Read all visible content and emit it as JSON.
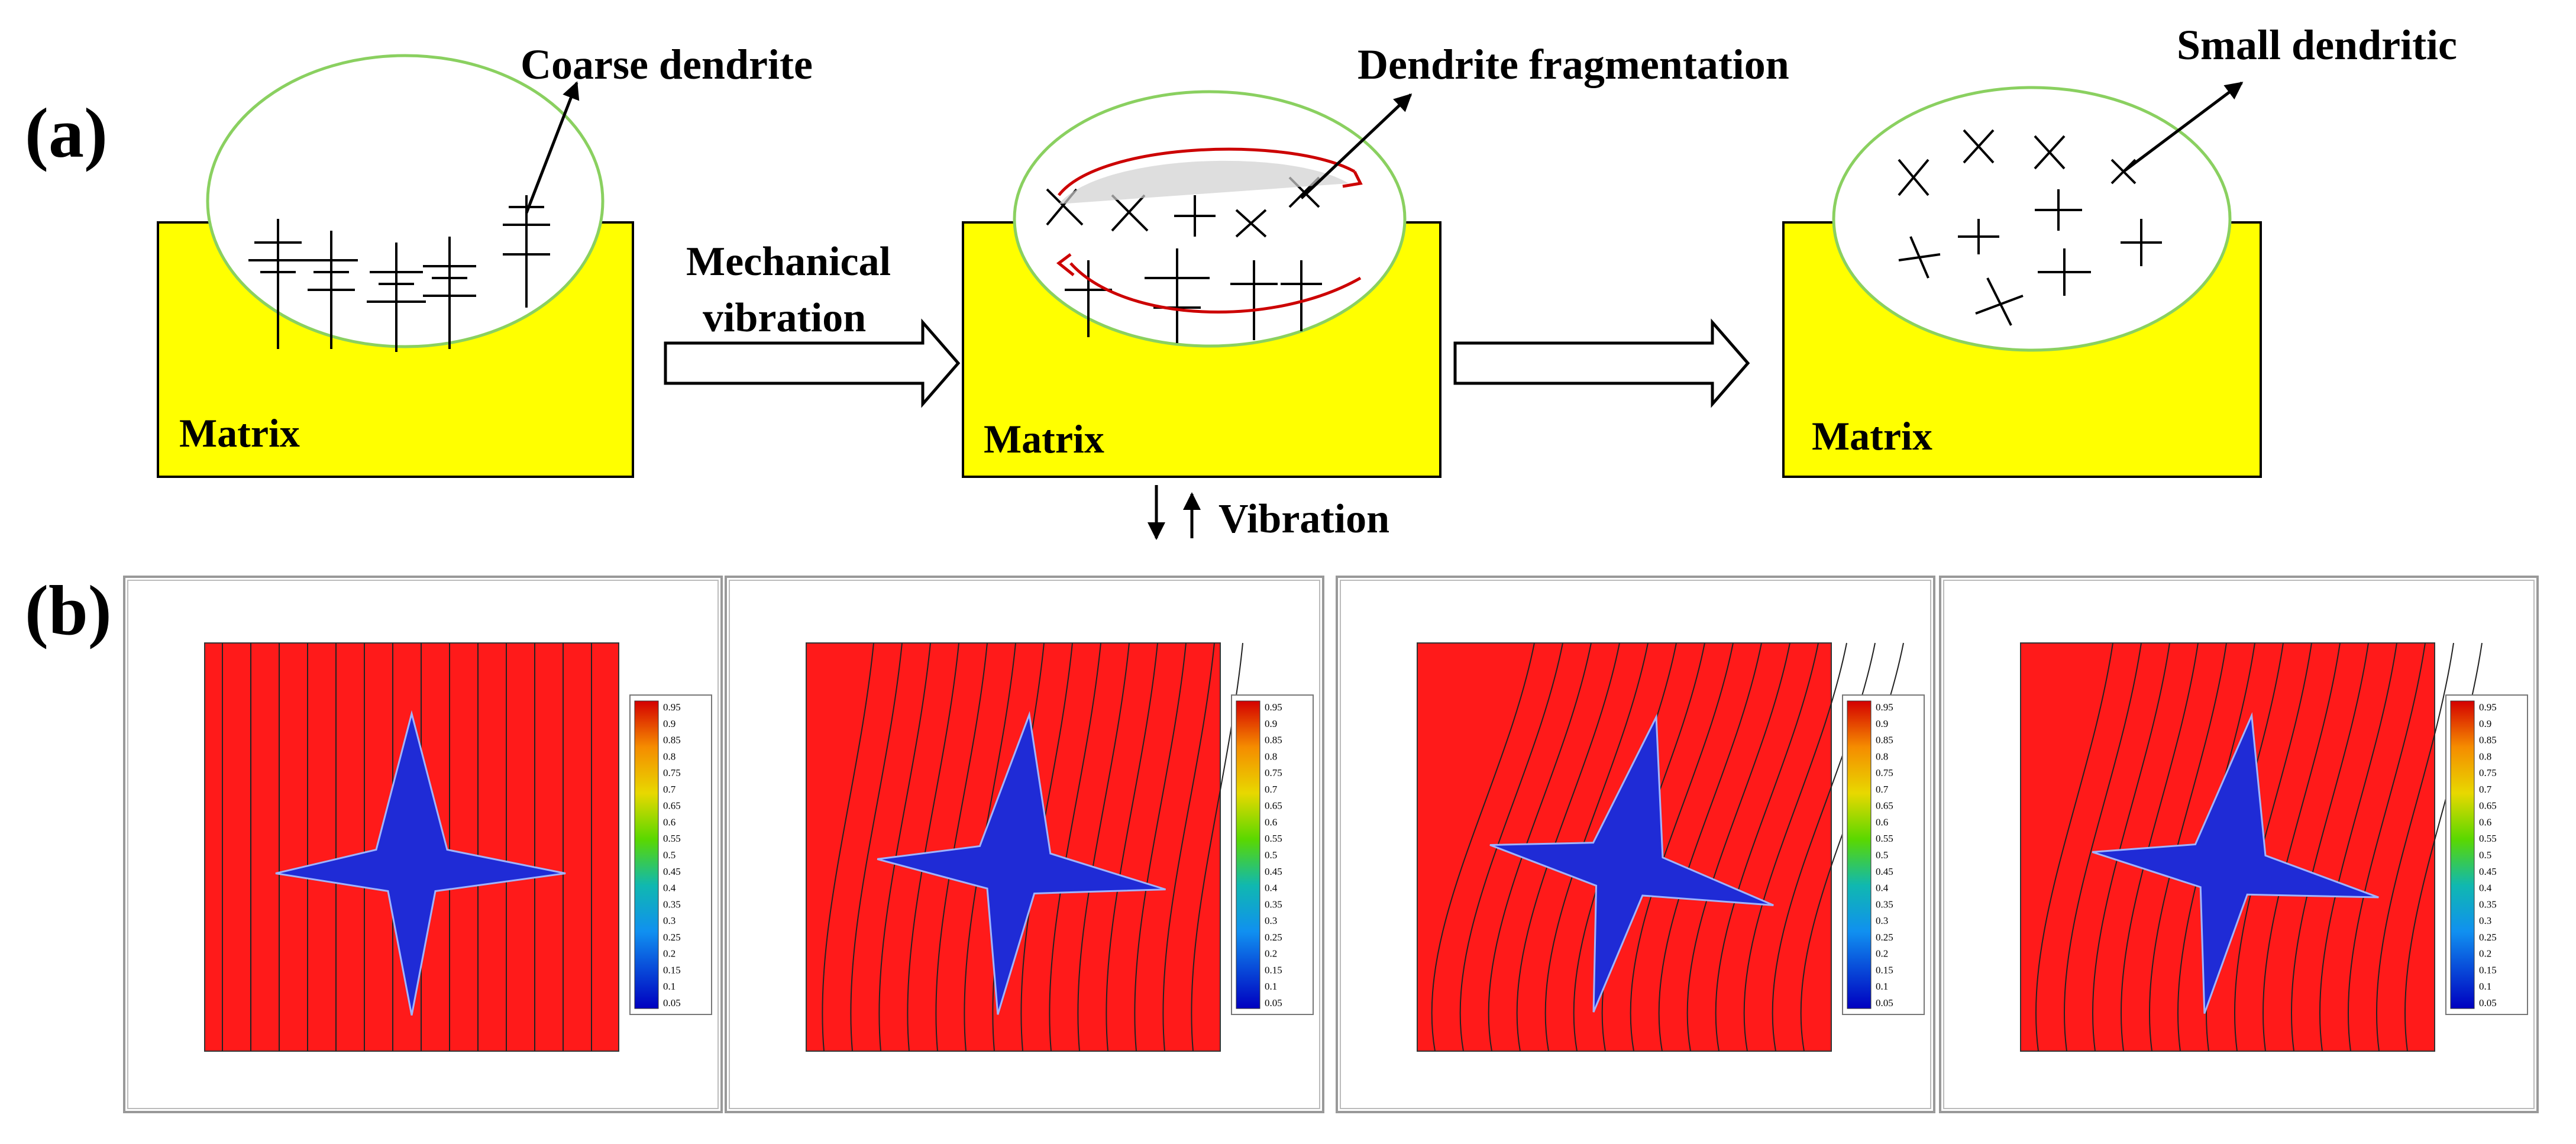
{
  "panel_a": {
    "label": "(a)",
    "stage1": {
      "matrix_label": "Matrix",
      "callout": "Coarse dendrite"
    },
    "arrow1_text": [
      "Mechanical",
      "vibration"
    ],
    "stage2": {
      "matrix_label": "Matrix",
      "callout": "Dendrite fragmentation"
    },
    "stage3": {
      "matrix_label": "Matrix",
      "callout": "Small dendritic"
    },
    "vibration_label": "Vibration",
    "vibration_arrows": "↓↑"
  },
  "panel_b": {
    "label": "(b)",
    "colorbar_ticks": [
      "0.95",
      "0.9",
      "0.85",
      "0.8",
      "0.75",
      "0.7",
      "0.65",
      "0.6",
      "0.55",
      "0.5",
      "0.45",
      "0.4",
      "0.35",
      "0.3",
      "0.25",
      "0.2",
      "0.15",
      "0.1",
      "0.05"
    ],
    "colorbar_colors": [
      "#d40000",
      "#e83000",
      "#f06000",
      "#f58c00",
      "#f5b400",
      "#e8d800",
      "#c8e800",
      "#9ae000",
      "#5ad800",
      "#20d040",
      "#10c080",
      "#10b8b0",
      "#10a8d8",
      "#1090f0",
      "#1070f8",
      "#1050f0",
      "#1030e0",
      "#1010d0",
      "#0000c0"
    ],
    "colors": {
      "liquid": "#ff1a1a",
      "solid": "#1f2bd6",
      "matrix": "#ffff00",
      "pool_outline": "#8ad060",
      "flow_arrow": "#cc0000"
    }
  }
}
